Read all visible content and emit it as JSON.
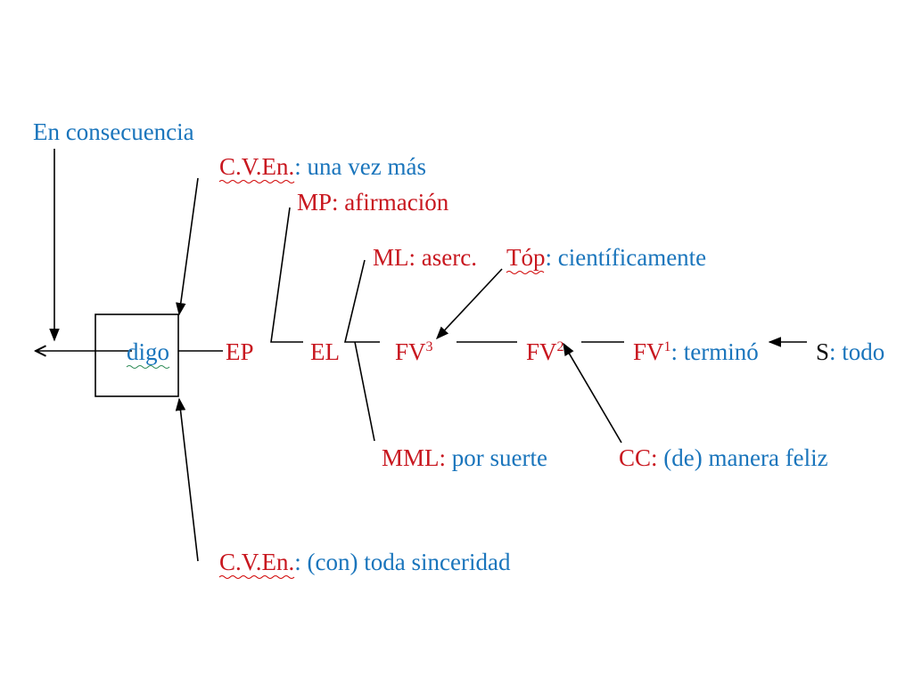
{
  "colors": {
    "blue": "#1a75bc",
    "red": "#c8171f",
    "black": "#111111",
    "squiggle": "#d00000",
    "green_squiggle": "#2e8b57"
  },
  "top_left": "En consecuencia",
  "cven_top": {
    "label": "C.V.En.",
    "sep": ": ",
    "text": "una vez más"
  },
  "mp": {
    "label": "MP",
    "sep": ": ",
    "text": "afirmación"
  },
  "ml": {
    "text": "ML: aserc."
  },
  "top": {
    "label": "Tóp",
    "sep": ": ",
    "text": "científicamente"
  },
  "digo": "digo",
  "ep": "EP",
  "el": "EL",
  "fv3": {
    "base": "FV",
    "sup": "3"
  },
  "fv2": {
    "base": "FV",
    "sup": "2"
  },
  "fv1": {
    "base": "FV",
    "sup": "1",
    "sep": ": ",
    "text": "terminó"
  },
  "s": {
    "label": "S",
    "sep": ": ",
    "text": "todo"
  },
  "mml": {
    "label": "MML:",
    "text": " por suerte"
  },
  "cc": {
    "label": "CC:",
    "text": " (de) manera feliz"
  },
  "cven_bottom": {
    "label": "C.V.En.",
    "sep": ": ",
    "text": "(con) toda sinceridad"
  }
}
